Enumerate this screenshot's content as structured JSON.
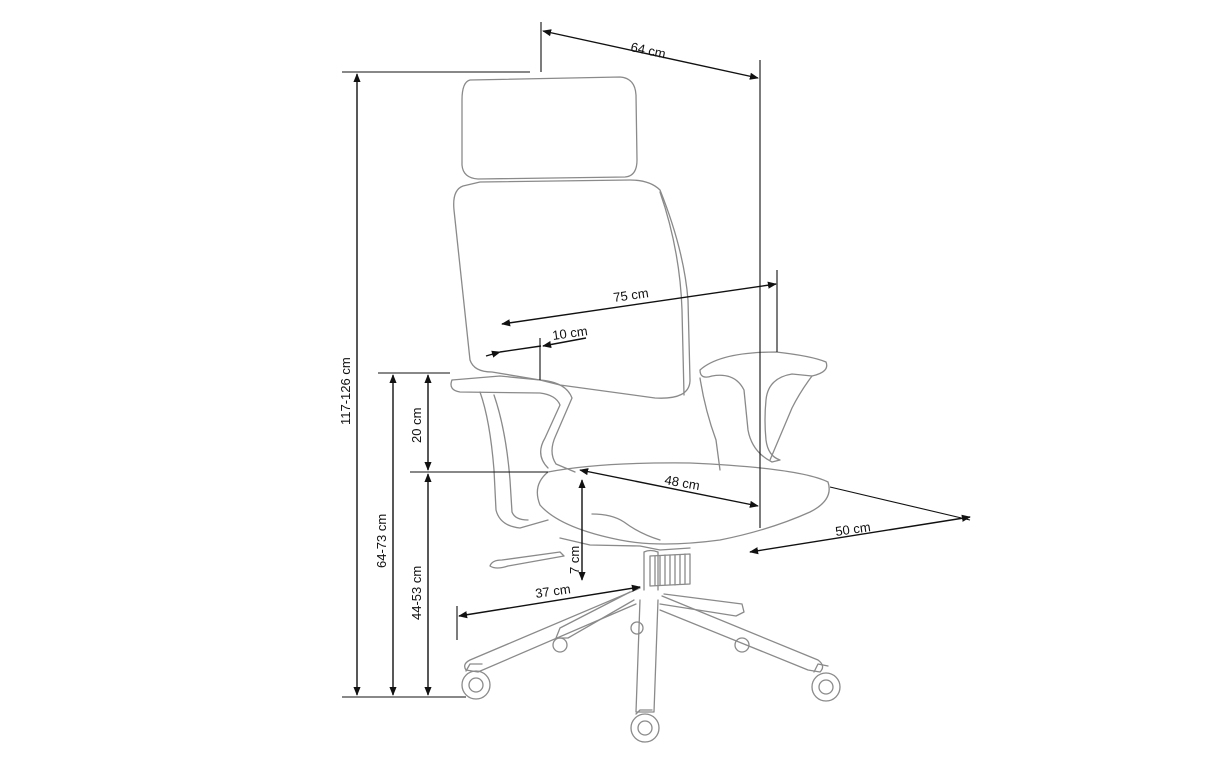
{
  "dimensions": {
    "width": "64 cm",
    "overall_height": "117-126 cm",
    "armrest_height": "64-73 cm",
    "seat_height": "44-53 cm",
    "armrest_to_seat": "20 cm",
    "armrest_span": "75 cm",
    "armrest_width": "10 cm",
    "seat_depth": "48 cm",
    "seat_adjust": "7 cm",
    "seat_width": "50 cm",
    "base_radius": "37 cm"
  }
}
